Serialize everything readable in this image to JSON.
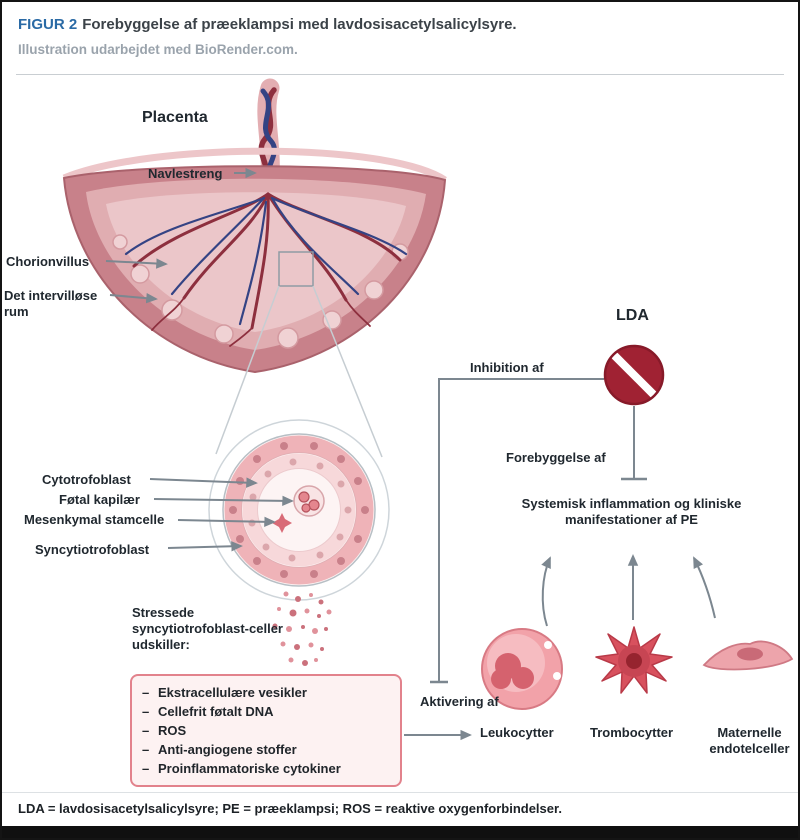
{
  "header": {
    "figure_label": "FIGUR 2",
    "title": "Forebyggelse af præeklampsi med lavdosisacetylsalicylsyre.",
    "subtitle": "Illustration udarbejdet med BioRender.com."
  },
  "diagram": {
    "bullet": "–",
    "placenta": "Placenta",
    "navlestreng": "Navlestreng",
    "chorionvillus": "Chorionvillus",
    "intervillose": "Det intervilløse rum",
    "cytotrofoblast": "Cytotrofoblast",
    "fotal_kapilaer": "Føtal kapilær",
    "mesenkymal": "Mesenkymal stamcelle",
    "syncytiotrofoblast": "Syncytiotrofoblast",
    "stressede": "Stressede syncytiotrofoblast-celler udskiller:",
    "box_items": [
      "Ekstracellulære vesikler",
      "Cellefrit føtalt DNA",
      "ROS",
      "Anti-angiogene stoffer",
      "Proinflammatoriske cytokiner"
    ],
    "aktivering": "Aktivering af",
    "lda": "LDA",
    "inhibition": "Inhibition af",
    "forebyggelse": "Forebyggelse af",
    "systemisk": "Systemisk inflammation og kliniske manifestationer af PE",
    "cell_labels": {
      "leukocytter": "Leukocytter",
      "trombocytter": "Trombocytter",
      "maternelle": "Maternelle endotelceller"
    }
  },
  "footer": {
    "legend": "LDA = lavdosisacetylsalicylsyre; PE = præeklampsi; ROS = reaktive oxygenforbindelser."
  },
  "colors": {
    "figure_label_blue": "#2a6aa5",
    "subtitle_gray": "#9aa3ac",
    "label_dark": "#20282f",
    "arrow_gray": "#7c8790",
    "pill_red": "#a02233",
    "placenta_pink": "#c8818a",
    "box_border_pink": "#e2828c",
    "box_bg": "#fdf2f2"
  }
}
